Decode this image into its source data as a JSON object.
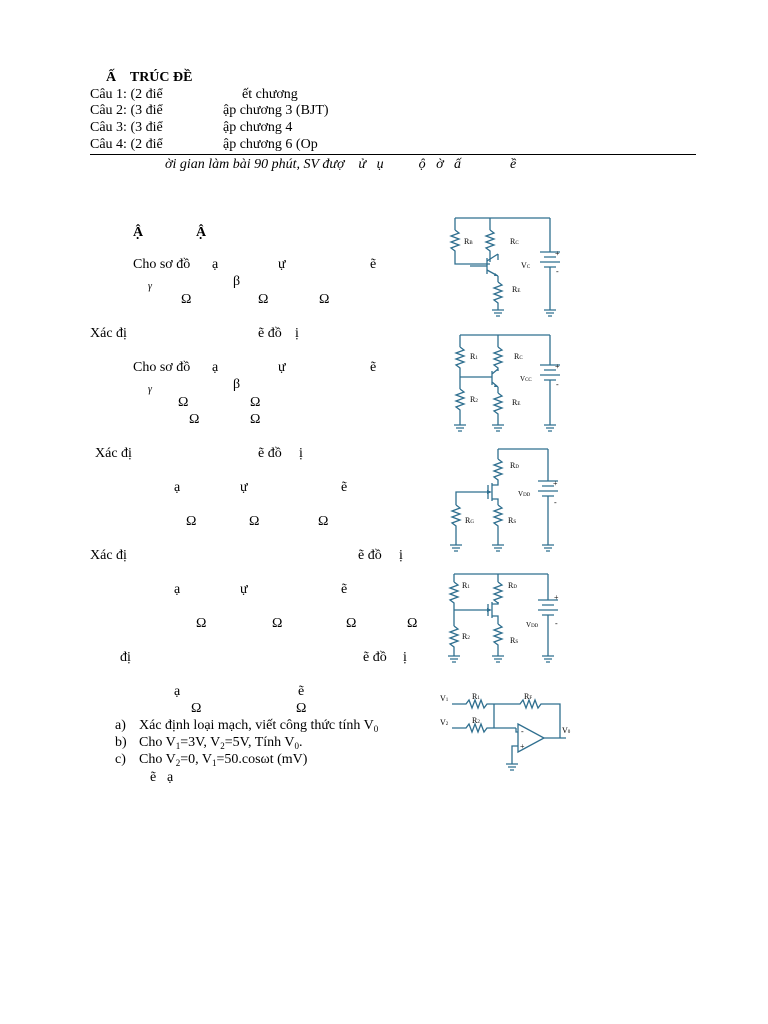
{
  "header": {
    "title": "Ấ    TRÚC ĐỀ",
    "questions": [
      {
        "prefix": "Câu 1: (2 điể",
        "rest": "ết chương"
      },
      {
        "prefix": "Câu 2: (3 điể",
        "rest": "ập chương 3 (BJT)"
      },
      {
        "prefix": "Câu 3: (3 điể",
        "rest": "ập chương 4"
      },
      {
        "prefix": "Câu 4: (2 điể",
        "rest": "ập chương 6 (Op"
      }
    ],
    "note": "ời gian làm bài 90 phút, SV đượ    ử   ụ          ộ   ờ   ấ              ề"
  },
  "section": {
    "a": "Ậ",
    "b": "Ậ"
  },
  "problem1": {
    "line1": [
      "Cho sơ đồ",
      "ạ",
      "ự",
      "ẽ"
    ],
    "gamma": "γ",
    "beta": "β",
    "omegas": [
      "Ω",
      "Ω",
      "Ω"
    ],
    "ask": [
      "Xác đị",
      "ẽ đồ",
      "ị"
    ]
  },
  "problem2": {
    "line1": [
      "Cho sơ đồ",
      "ạ",
      "ự",
      "ẽ"
    ],
    "gamma": "γ",
    "beta": "β",
    "omegas_row1": [
      "Ω",
      "Ω"
    ],
    "omegas_row2": [
      "Ω",
      "Ω"
    ],
    "ask": [
      "Xác đị",
      "ẽ đồ",
      "ị"
    ]
  },
  "problem3": {
    "line1": [
      "ạ",
      "ự",
      "ẽ"
    ],
    "omegas": [
      "Ω",
      "Ω",
      "Ω"
    ],
    "ask": [
      "Xác đị",
      "ẽ đồ",
      "ị"
    ]
  },
  "problem4": {
    "line1": [
      "ạ",
      "ự",
      "ẽ"
    ],
    "omegas": [
      "Ω",
      "Ω",
      "Ω",
      "Ω"
    ],
    "ask": [
      "đị",
      "ẽ đồ",
      "ị"
    ]
  },
  "problem5": {
    "line1": [
      "ạ",
      "ẽ"
    ],
    "omegas": [
      "Ω",
      "Ω"
    ],
    "items": [
      {
        "marker": "a)",
        "text": "Xác định loại mạch, viết công thức tính V",
        "sub": "0"
      },
      {
        "marker": "b)",
        "text": "Cho V",
        "sub1": "1",
        "mid": "=3V, V",
        "sub2": "2",
        "mid2": "=5V, Tính V",
        "sub3": "0",
        "end": "."
      },
      {
        "marker": "c)",
        "text": "Cho V",
        "sub1": "2",
        "mid": "=0, V",
        "sub2": "1",
        "end": "=50.cosωt (mV)"
      }
    ],
    "tail": [
      "ẽ",
      "ạ"
    ]
  },
  "circuits": {
    "c1": {
      "rb": "R",
      "rb_sub": "B",
      "rc": "R",
      "rc_sub": "C",
      "re": "R",
      "re_sub": "E",
      "vc": "V",
      "vc_sub": "C",
      "plus": "+",
      "minus": "-"
    },
    "c2": {
      "r1": "R",
      "r1_sub": "1",
      "rc": "R",
      "rc_sub": "C",
      "r2": "R",
      "r2_sub": "2",
      "re": "R",
      "re_sub": "E",
      "vcc": "V",
      "vcc_sub": "CC",
      "plus": "+",
      "minus": "-"
    },
    "c3": {
      "rd": "R",
      "rd_sub": "D",
      "rg": "R",
      "rg_sub": "G",
      "rs": "R",
      "rs_sub": "S",
      "vdd": "V",
      "vdd_sub": "DD",
      "plus": "+",
      "minus": "-"
    },
    "c4": {
      "r1": "R",
      "r1_sub": "1",
      "rd": "R",
      "rd_sub": "D",
      "r2": "R",
      "r2_sub": "2",
      "rs": "R",
      "rs_sub": "S",
      "vdd": "V",
      "vdd_sub": "DD",
      "plus": "+",
      "minus": "-"
    },
    "c5": {
      "v1": "V",
      "v1_sub": "1",
      "v2": "V",
      "v2_sub": "2",
      "r1": "R",
      "r1_sub": "1",
      "r2": "R",
      "r2_sub": "2",
      "rf": "R",
      "rf_sub": "F",
      "vo": "V",
      "vo_sub": "0",
      "minus": "-",
      "plus": "+"
    }
  },
  "colors": {
    "wire": "#2f6f8f",
    "text": "#000000"
  }
}
